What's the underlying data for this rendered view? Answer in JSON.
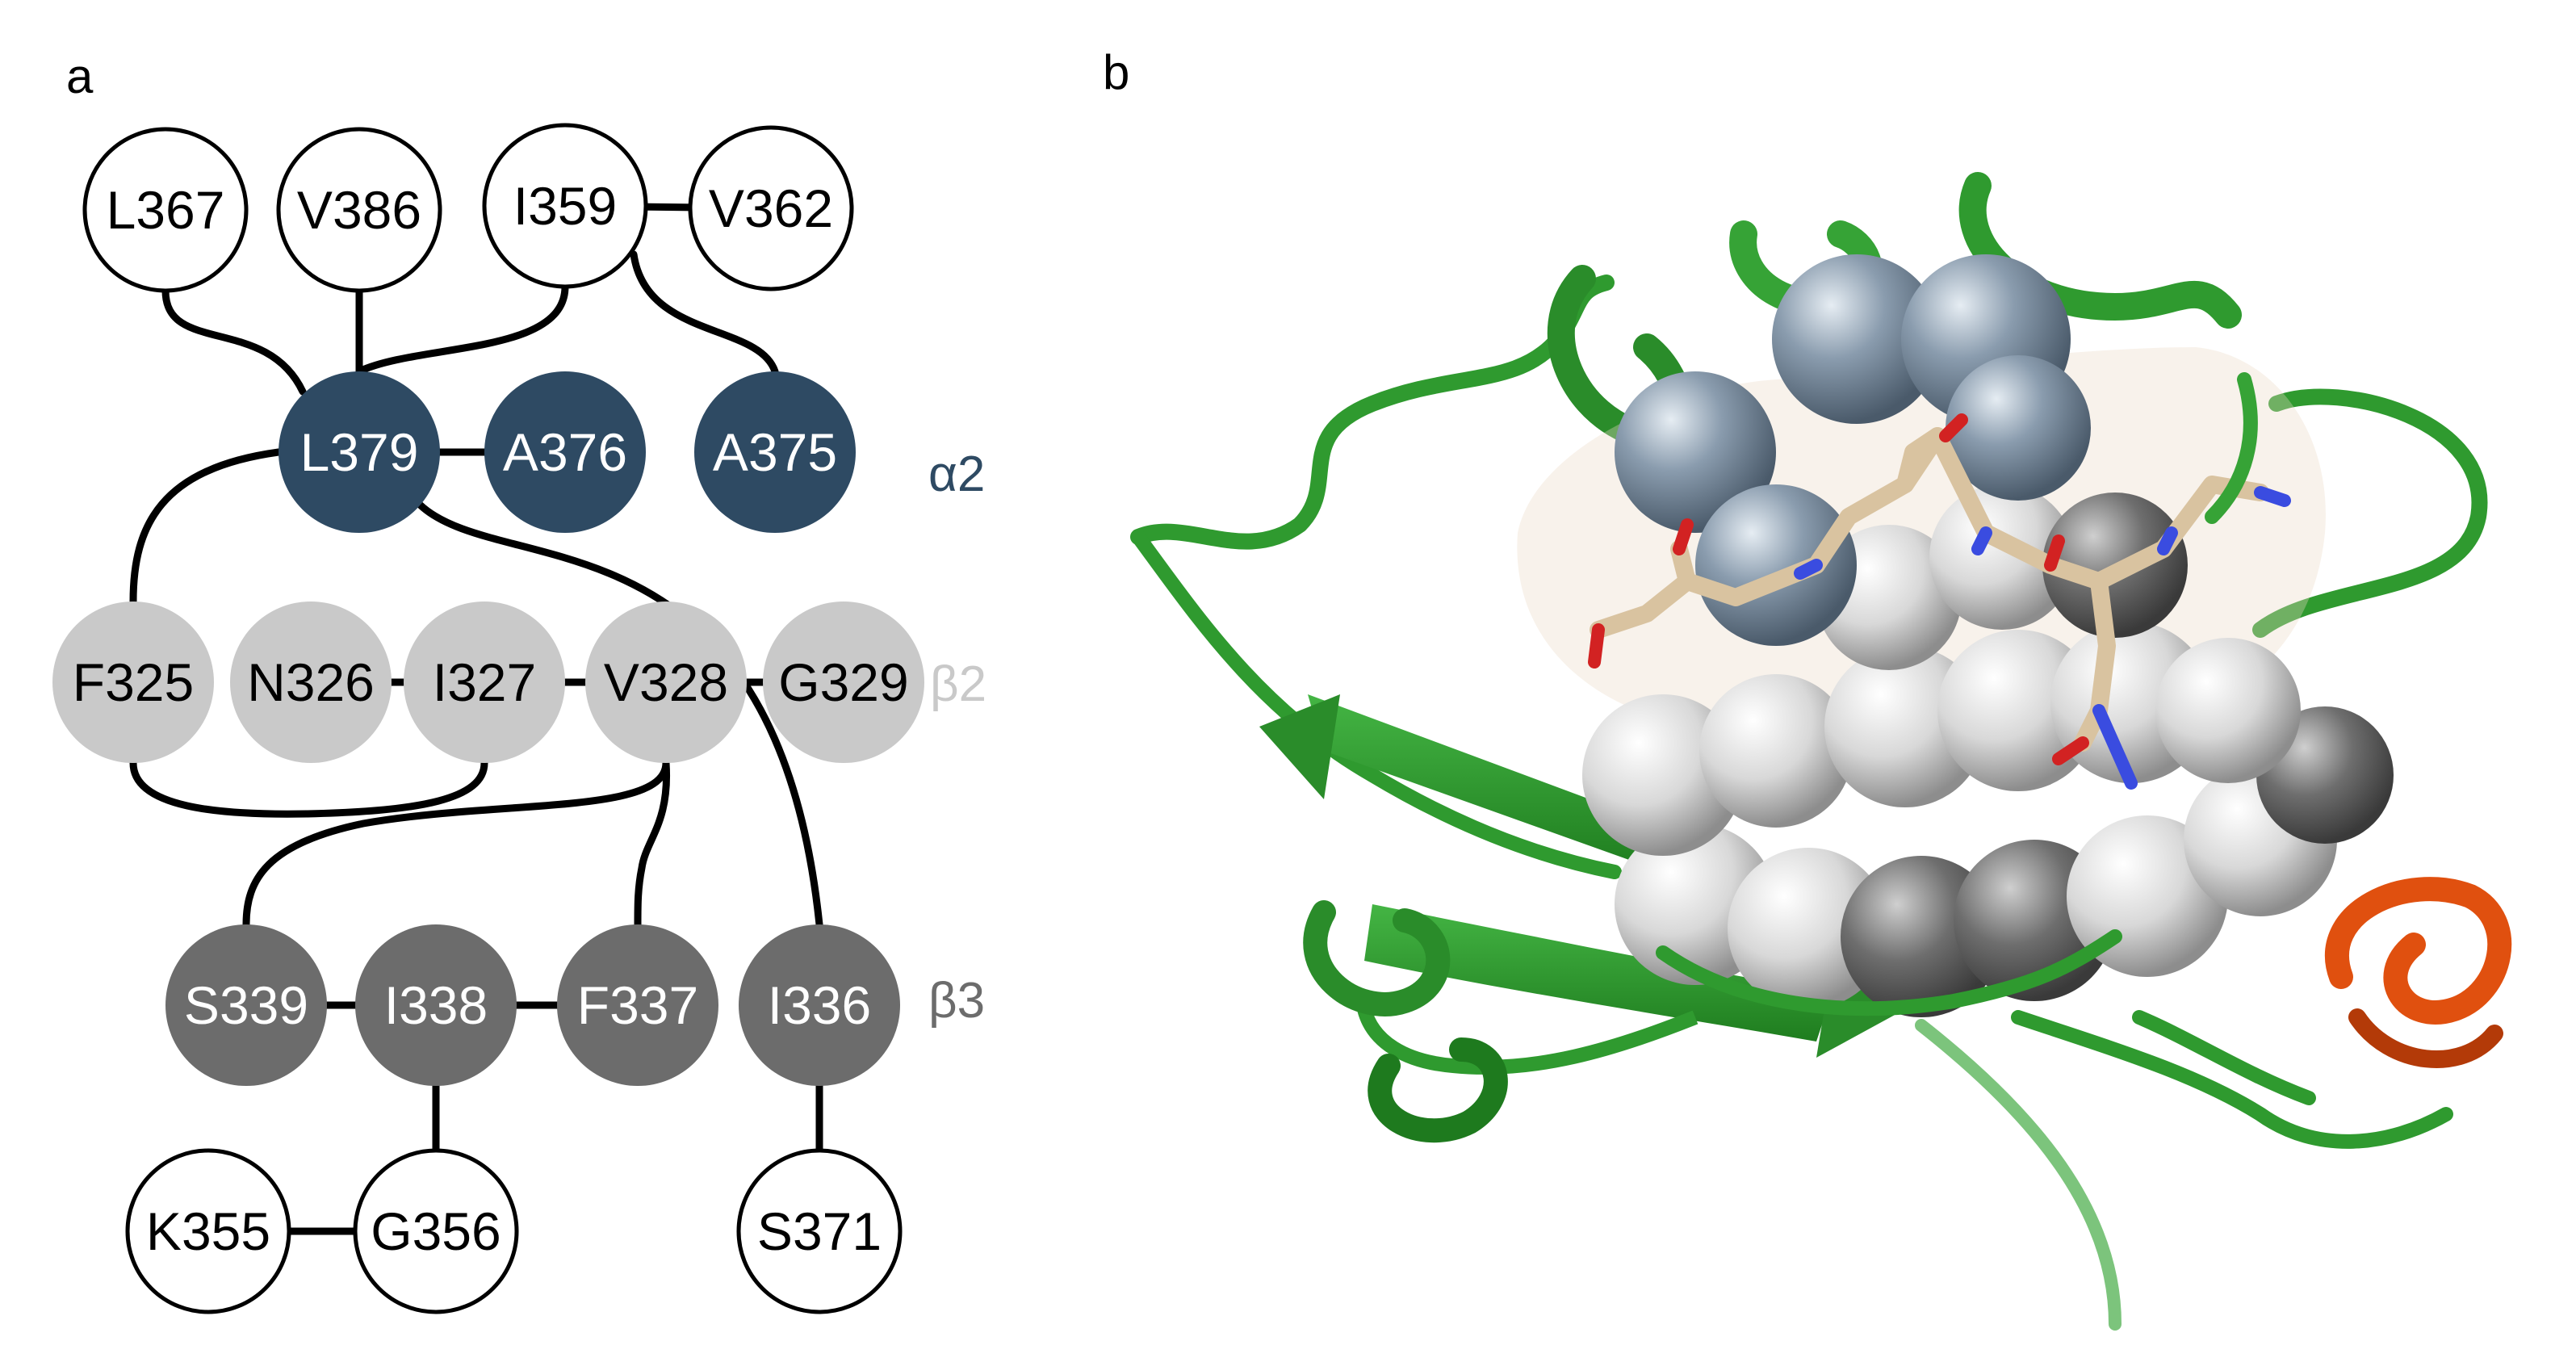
{
  "panels": {
    "a": "a",
    "b": "b"
  },
  "groups": [
    {
      "id": "alpha2",
      "label": "α2",
      "color": "#2e4a63"
    },
    {
      "id": "beta2",
      "label": "β2",
      "color": "#c9c9c9"
    },
    {
      "id": "beta3",
      "label": "β3",
      "color": "#6c6c6c"
    }
  ],
  "nodes": [
    {
      "id": "L367",
      "label": "L367",
      "group": "outer"
    },
    {
      "id": "V386",
      "label": "V386",
      "group": "outer"
    },
    {
      "id": "I359",
      "label": "I359",
      "group": "outer"
    },
    {
      "id": "V362",
      "label": "V362",
      "group": "outer"
    },
    {
      "id": "L379",
      "label": "L379",
      "group": "alpha2"
    },
    {
      "id": "A376",
      "label": "A376",
      "group": "alpha2"
    },
    {
      "id": "A375",
      "label": "A375",
      "group": "alpha2"
    },
    {
      "id": "F325",
      "label": "F325",
      "group": "beta2"
    },
    {
      "id": "N326",
      "label": "N326",
      "group": "beta2"
    },
    {
      "id": "I327",
      "label": "I327",
      "group": "beta2"
    },
    {
      "id": "V328",
      "label": "V328",
      "group": "beta2"
    },
    {
      "id": "G329",
      "label": "G329",
      "group": "beta2"
    },
    {
      "id": "S339",
      "label": "S339",
      "group": "beta3"
    },
    {
      "id": "I338",
      "label": "I338",
      "group": "beta3"
    },
    {
      "id": "F337",
      "label": "F337",
      "group": "beta3"
    },
    {
      "id": "I336",
      "label": "I336",
      "group": "beta3"
    },
    {
      "id": "K355",
      "label": "K355",
      "group": "outer"
    },
    {
      "id": "G356",
      "label": "G356",
      "group": "outer"
    },
    {
      "id": "S371",
      "label": "S371",
      "group": "outer"
    }
  ],
  "edges": [
    [
      "I359",
      "V362"
    ],
    [
      "L379",
      "A376"
    ],
    [
      "N326",
      "I327"
    ],
    [
      "I327",
      "V328"
    ],
    [
      "V328",
      "G329"
    ],
    [
      "S339",
      "I338"
    ],
    [
      "I338",
      "F337"
    ],
    [
      "K355",
      "G356"
    ],
    [
      "L367",
      "L379"
    ],
    [
      "V386",
      "L379"
    ],
    [
      "I359",
      "L379"
    ],
    [
      "I359",
      "A375"
    ],
    [
      "L379",
      "F325"
    ],
    [
      "L379",
      "I336"
    ],
    [
      "F325",
      "I327"
    ],
    [
      "V328",
      "S339"
    ],
    [
      "V328",
      "F337"
    ],
    [
      "I338",
      "G356"
    ],
    [
      "I336",
      "S371"
    ]
  ],
  "colors": {
    "outer_fill": "#ffffff",
    "alpha2": "#2e4a63",
    "beta2": "#c9c9c9",
    "beta3": "#6c6c6c",
    "edge": "#000000",
    "ribbon_green": "#2f9a2f",
    "ribbon_dark_green": "#1e7a1e",
    "orange_helix": "#e0500f",
    "ligand": "#d9c3a0"
  }
}
